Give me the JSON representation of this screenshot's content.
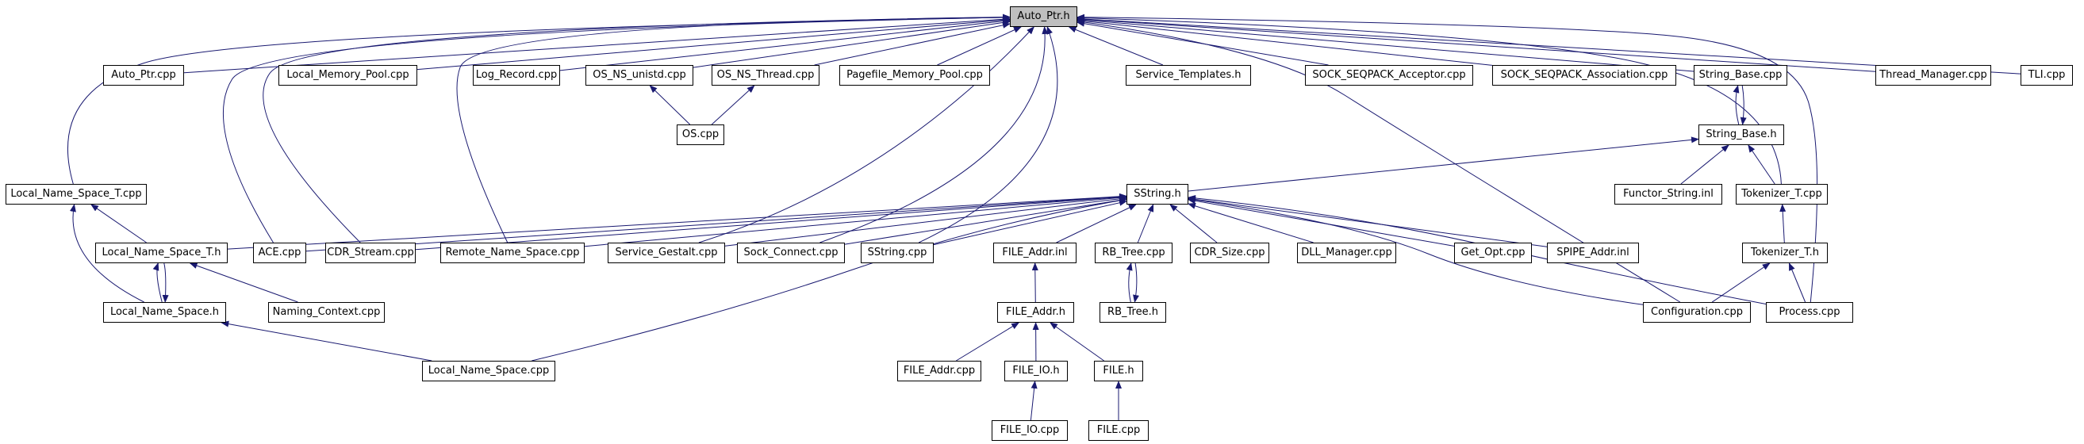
{
  "graph": {
    "nodes": [
      {
        "id": "auto_ptr_h",
        "label": "Auto_Ptr.h",
        "root": true
      },
      {
        "id": "auto_ptr_cpp",
        "label": "Auto_Ptr.cpp"
      },
      {
        "id": "local_memory_pool_cpp",
        "label": "Local_Memory_Pool.cpp"
      },
      {
        "id": "log_record_cpp",
        "label": "Log_Record.cpp"
      },
      {
        "id": "os_ns_unistd_cpp",
        "label": "OS_NS_unistd.cpp"
      },
      {
        "id": "os_ns_thread_cpp",
        "label": "OS_NS_Thread.cpp"
      },
      {
        "id": "pagefile_memory_pool_cpp",
        "label": "Pagefile_Memory_Pool.cpp"
      },
      {
        "id": "service_templates_h",
        "label": "Service_Templates.h"
      },
      {
        "id": "sock_seqpack_acceptor_cpp",
        "label": "SOCK_SEQPACK_Acceptor.cpp"
      },
      {
        "id": "sock_seqpack_association_cpp",
        "label": "SOCK_SEQPACK_Association.cpp"
      },
      {
        "id": "string_base_cpp",
        "label": "String_Base.cpp"
      },
      {
        "id": "thread_manager_cpp",
        "label": "Thread_Manager.cpp"
      },
      {
        "id": "tli_cpp",
        "label": "TLI.cpp"
      },
      {
        "id": "os_cpp",
        "label": "OS.cpp"
      },
      {
        "id": "string_base_h",
        "label": "String_Base.h"
      },
      {
        "id": "local_name_space_t_cpp",
        "label": "Local_Name_Space_T.cpp"
      },
      {
        "id": "sstring_h",
        "label": "SString.h"
      },
      {
        "id": "functor_string_inl",
        "label": "Functor_String.inl"
      },
      {
        "id": "tokenizer_t_cpp",
        "label": "Tokenizer_T.cpp"
      },
      {
        "id": "local_name_space_t_h",
        "label": "Local_Name_Space_T.h"
      },
      {
        "id": "ace_cpp",
        "label": "ACE.cpp"
      },
      {
        "id": "cdr_stream_cpp",
        "label": "CDR_Stream.cpp"
      },
      {
        "id": "remote_name_space_cpp",
        "label": "Remote_Name_Space.cpp"
      },
      {
        "id": "service_gestalt_cpp",
        "label": "Service_Gestalt.cpp"
      },
      {
        "id": "sock_connect_cpp",
        "label": "Sock_Connect.cpp"
      },
      {
        "id": "sstring_cpp",
        "label": "SString.cpp"
      },
      {
        "id": "file_addr_inl",
        "label": "FILE_Addr.inl"
      },
      {
        "id": "rb_tree_cpp",
        "label": "RB_Tree.cpp"
      },
      {
        "id": "cdr_size_cpp",
        "label": "CDR_Size.cpp"
      },
      {
        "id": "dll_manager_cpp",
        "label": "DLL_Manager.cpp"
      },
      {
        "id": "get_opt_cpp",
        "label": "Get_Opt.cpp"
      },
      {
        "id": "spipe_addr_inl",
        "label": "SPIPE_Addr.inl"
      },
      {
        "id": "tokenizer_t_h",
        "label": "Tokenizer_T.h"
      },
      {
        "id": "local_name_space_h",
        "label": "Local_Name_Space.h"
      },
      {
        "id": "naming_context_cpp",
        "label": "Naming_Context.cpp"
      },
      {
        "id": "file_addr_h",
        "label": "FILE_Addr.h"
      },
      {
        "id": "rb_tree_h",
        "label": "RB_Tree.h"
      },
      {
        "id": "configuration_cpp",
        "label": "Configuration.cpp"
      },
      {
        "id": "process_cpp",
        "label": "Process.cpp"
      },
      {
        "id": "local_name_space_cpp",
        "label": "Local_Name_Space.cpp"
      },
      {
        "id": "file_addr_cpp",
        "label": "FILE_Addr.cpp"
      },
      {
        "id": "file_io_h",
        "label": "FILE_IO.h"
      },
      {
        "id": "file_h",
        "label": "FILE.h"
      },
      {
        "id": "file_io_cpp",
        "label": "FILE_IO.cpp"
      },
      {
        "id": "file_cpp",
        "label": "FILE.cpp"
      }
    ],
    "edges": [
      [
        "auto_ptr_cpp",
        "auto_ptr_h"
      ],
      [
        "local_memory_pool_cpp",
        "auto_ptr_h"
      ],
      [
        "log_record_cpp",
        "auto_ptr_h"
      ],
      [
        "os_ns_unistd_cpp",
        "auto_ptr_h"
      ],
      [
        "os_ns_thread_cpp",
        "auto_ptr_h"
      ],
      [
        "pagefile_memory_pool_cpp",
        "auto_ptr_h"
      ],
      [
        "service_templates_h",
        "auto_ptr_h"
      ],
      [
        "sock_seqpack_acceptor_cpp",
        "auto_ptr_h"
      ],
      [
        "sock_seqpack_association_cpp",
        "auto_ptr_h"
      ],
      [
        "string_base_cpp",
        "auto_ptr_h"
      ],
      [
        "thread_manager_cpp",
        "auto_ptr_h"
      ],
      [
        "tli_cpp",
        "auto_ptr_h"
      ],
      [
        "local_name_space_t_cpp",
        "auto_ptr_h"
      ],
      [
        "ace_cpp",
        "auto_ptr_h"
      ],
      [
        "cdr_stream_cpp",
        "auto_ptr_h"
      ],
      [
        "remote_name_space_cpp",
        "auto_ptr_h"
      ],
      [
        "service_gestalt_cpp",
        "auto_ptr_h"
      ],
      [
        "sock_connect_cpp",
        "auto_ptr_h"
      ],
      [
        "sstring_cpp",
        "auto_ptr_h"
      ],
      [
        "configuration_cpp",
        "auto_ptr_h"
      ],
      [
        "tokenizer_t_cpp",
        "auto_ptr_h"
      ],
      [
        "process_cpp",
        "auto_ptr_h"
      ],
      [
        "os_cpp",
        "os_ns_unistd_cpp"
      ],
      [
        "os_cpp",
        "os_ns_thread_cpp"
      ],
      [
        "string_base_h",
        "string_base_cpp"
      ],
      [
        "string_base_cpp",
        "string_base_h"
      ],
      [
        "sstring_h",
        "string_base_h"
      ],
      [
        "functor_string_inl",
        "string_base_h"
      ],
      [
        "tokenizer_t_cpp",
        "string_base_h"
      ],
      [
        "local_name_space_t_h",
        "sstring_h"
      ],
      [
        "ace_cpp",
        "sstring_h"
      ],
      [
        "cdr_stream_cpp",
        "sstring_h"
      ],
      [
        "remote_name_space_cpp",
        "sstring_h"
      ],
      [
        "service_gestalt_cpp",
        "sstring_h"
      ],
      [
        "sock_connect_cpp",
        "sstring_h"
      ],
      [
        "sstring_cpp",
        "sstring_h"
      ],
      [
        "file_addr_inl",
        "sstring_h"
      ],
      [
        "rb_tree_cpp",
        "sstring_h"
      ],
      [
        "cdr_size_cpp",
        "sstring_h"
      ],
      [
        "dll_manager_cpp",
        "sstring_h"
      ],
      [
        "get_opt_cpp",
        "sstring_h"
      ],
      [
        "spipe_addr_inl",
        "sstring_h"
      ],
      [
        "configuration_cpp",
        "sstring_h"
      ],
      [
        "process_cpp",
        "sstring_h"
      ],
      [
        "local_name_space_cpp",
        "sstring_h"
      ],
      [
        "local_name_space_t_h",
        "local_name_space_t_cpp"
      ],
      [
        "local_name_space_h",
        "local_name_space_t_cpp"
      ],
      [
        "local_name_space_h",
        "local_name_space_t_h"
      ],
      [
        "local_name_space_t_h",
        "local_name_space_h"
      ],
      [
        "naming_context_cpp",
        "local_name_space_t_h"
      ],
      [
        "local_name_space_cpp",
        "local_name_space_h"
      ],
      [
        "tokenizer_t_h",
        "tokenizer_t_cpp"
      ],
      [
        "configuration_cpp",
        "tokenizer_t_h"
      ],
      [
        "process_cpp",
        "tokenizer_t_h"
      ],
      [
        "file_addr_h",
        "file_addr_inl"
      ],
      [
        "rb_tree_h",
        "rb_tree_cpp"
      ],
      [
        "rb_tree_cpp",
        "rb_tree_h"
      ],
      [
        "file_addr_cpp",
        "file_addr_h"
      ],
      [
        "file_io_h",
        "file_addr_h"
      ],
      [
        "file_h",
        "file_addr_h"
      ],
      [
        "file_io_cpp",
        "file_io_h"
      ],
      [
        "file_cpp",
        "file_h"
      ]
    ],
    "node_fill": "#ffffff",
    "root_fill": "#bfbfbf",
    "edge_color": "#191970"
  }
}
